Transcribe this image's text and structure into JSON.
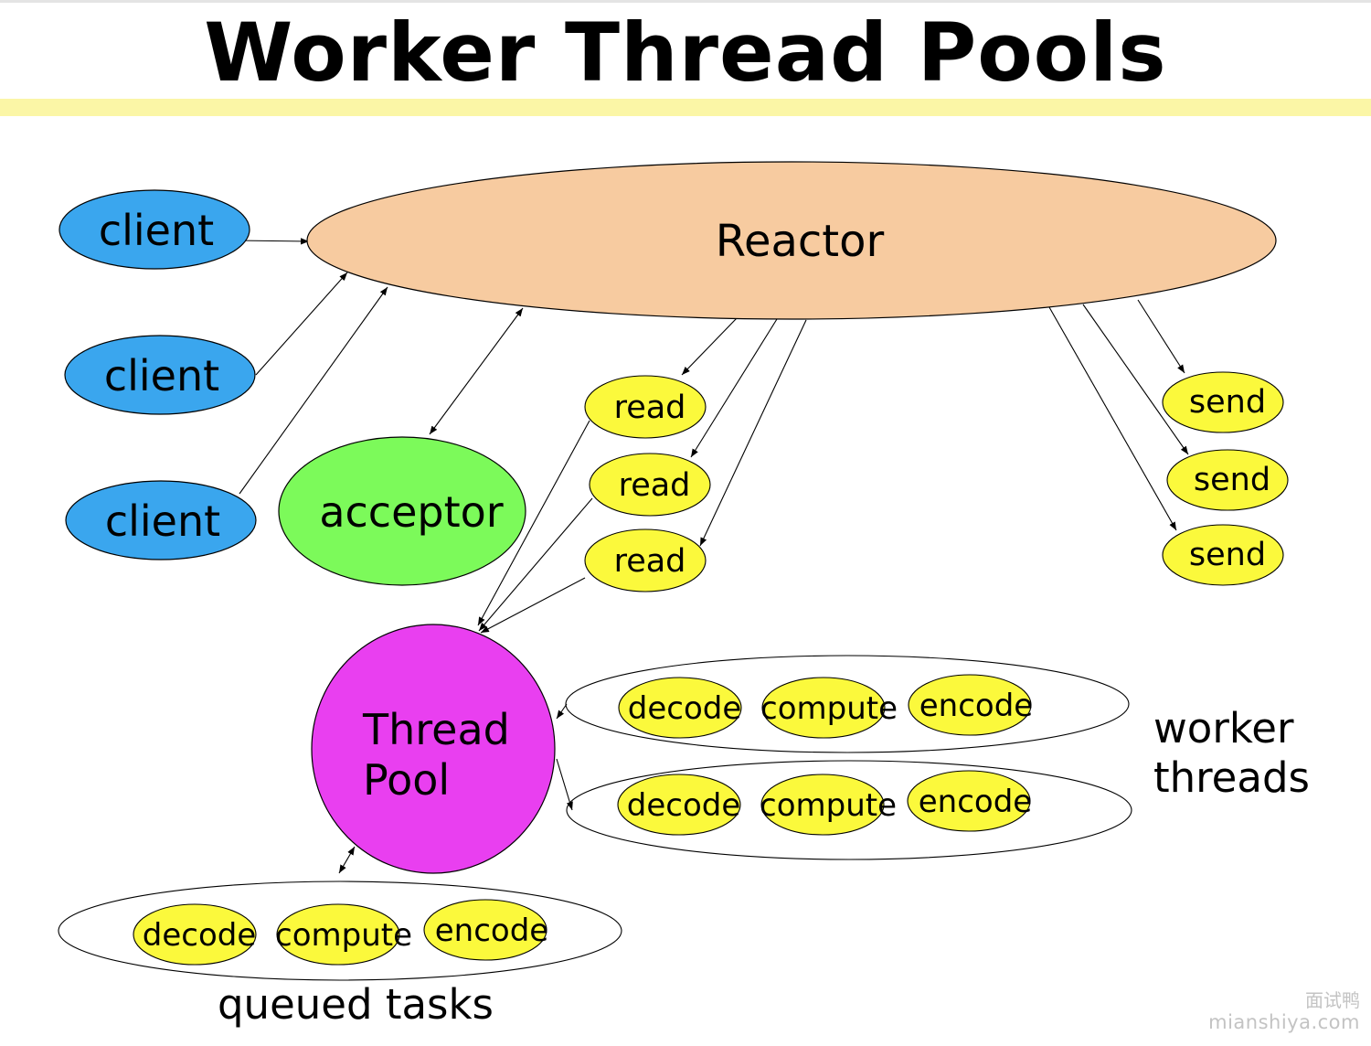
{
  "title": "Worker Thread Pools",
  "colors": {
    "client": "#3aa6ee",
    "reactor": "#f7cba0",
    "acceptor": "#7cfa5a",
    "thread_pool": "#e93ff0",
    "task": "#fbf93c",
    "title_band": "#fbf6a6"
  },
  "nodes": {
    "reactor": "Reactor",
    "clients": [
      "client",
      "client",
      "client"
    ],
    "acceptor": "acceptor",
    "reads": [
      "read",
      "read",
      "read"
    ],
    "sends": [
      "send",
      "send",
      "send"
    ],
    "thread_pool": [
      "Thread",
      "Pool"
    ]
  },
  "worker_threads": {
    "label": [
      "worker",
      "threads"
    ],
    "rows": [
      [
        "decode",
        "compute",
        "encode"
      ],
      [
        "decode",
        "compute",
        "encode"
      ]
    ]
  },
  "queued_tasks": {
    "label": "queued tasks",
    "tasks": [
      "decode",
      "compute",
      "encode"
    ]
  },
  "watermark": {
    "line1": "面试鸭",
    "line2": "mianshiya.com"
  }
}
